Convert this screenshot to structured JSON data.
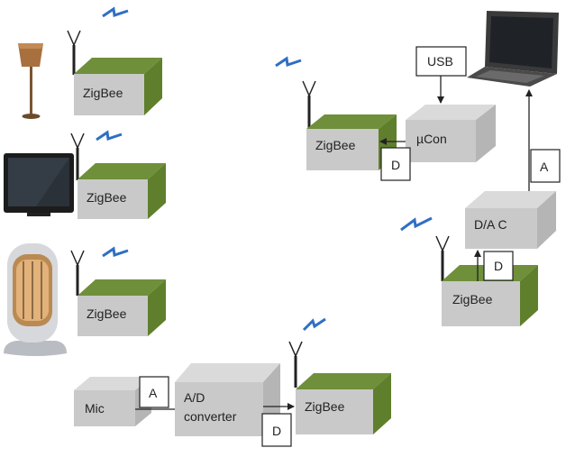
{
  "colors": {
    "box_front": "#c9c9c9",
    "box_top": "#dadada",
    "box_side_gray": "#b5b5b5",
    "box_top_green": "#6f8f3a",
    "box_side_green": "#5f7f2c",
    "lightning": "#2f6fc4",
    "line": "#222222"
  },
  "icons": [
    "lamp-icon",
    "tv-icon",
    "heater-icon",
    "laptop-icon",
    "antenna-icon",
    "lightning-icon"
  ],
  "devices": {
    "lamp_zigbee": "ZigBee",
    "tv_zigbee": "ZigBee",
    "heater_zigbee": "ZigBee",
    "mic_zigbee": "ZigBee",
    "ucon_zigbee": "ZigBee",
    "dac_zigbee": "ZigBee"
  },
  "blocks": {
    "mic": "Mic",
    "adc_line1": "A/D",
    "adc_line2": "converter",
    "ucon": "µCon",
    "dac": "D/A C",
    "usb": "USB"
  },
  "signal_tags": {
    "mic_to_adc": "A",
    "adc_to_zigbee": "D",
    "ucon_to_zigbee": "D",
    "zigbee_to_dac": "D",
    "dac_to_laptop": "A"
  }
}
